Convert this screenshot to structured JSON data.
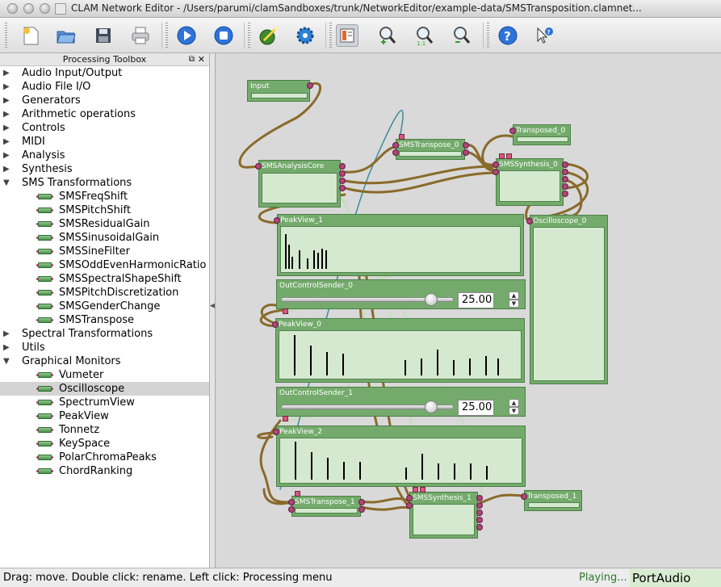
{
  "window": {
    "title": "CLAM Network Editor - /Users/parumi/clamSandboxes/trunk/NetworkEditor/example-data/SMSTransposition.clamnet..."
  },
  "toolbar": {
    "buttons": [
      {
        "name": "new-network",
        "icon": "new-file-icon"
      },
      {
        "name": "open-network",
        "icon": "folder-open-icon"
      },
      {
        "name": "save-network",
        "icon": "floppy-disk-icon"
      },
      {
        "name": "print",
        "icon": "printer-icon"
      },
      {
        "name": "play",
        "icon": "play-icon"
      },
      {
        "name": "stop",
        "icon": "stop-icon"
      },
      {
        "name": "edit-tool",
        "icon": "magic-wand-icon"
      },
      {
        "name": "configure",
        "icon": "gear-icon"
      },
      {
        "name": "toggle-view",
        "icon": "layout-icon"
      },
      {
        "name": "zoom-in",
        "icon": "zoom-in-icon"
      },
      {
        "name": "zoom-reset",
        "icon": "zoom-1to1-icon"
      },
      {
        "name": "zoom-out",
        "icon": "zoom-out-icon"
      },
      {
        "name": "help",
        "icon": "help-icon"
      },
      {
        "name": "whats-this",
        "icon": "whats-this-icon"
      }
    ]
  },
  "toolbox": {
    "title": "Processing Toolbox",
    "categories": [
      {
        "label": "Audio Input/Output",
        "expanded": false
      },
      {
        "label": "Audio File I/O",
        "expanded": false
      },
      {
        "label": "Generators",
        "expanded": false
      },
      {
        "label": "Arithmetic operations",
        "expanded": false
      },
      {
        "label": "Controls",
        "expanded": false
      },
      {
        "label": "MIDI",
        "expanded": false
      },
      {
        "label": "Analysis",
        "expanded": false
      },
      {
        "label": "Synthesis",
        "expanded": false
      },
      {
        "label": "SMS Transformations",
        "expanded": true,
        "items": [
          "SMSFreqShift",
          "SMSPitchShift",
          "SMSResidualGain",
          "SMSSinusoidalGain",
          "SMSSineFilter",
          "SMSOddEvenHarmonicRatio",
          "SMSSpectralShapeShift",
          "SMSPitchDiscretization",
          "SMSGenderChange",
          "SMSTranspose"
        ]
      },
      {
        "label": "Spectral Transformations",
        "expanded": false
      },
      {
        "label": "Utils",
        "expanded": false
      },
      {
        "label": "Graphical Monitors",
        "expanded": true,
        "items": [
          "Vumeter",
          "Oscilloscope",
          "SpectrumView",
          "PeakView",
          "Tonnetz",
          "KeySpace",
          "PolarChromaPeaks",
          "ChordRanking"
        ],
        "selected": "Oscilloscope"
      }
    ]
  },
  "network": {
    "nodes": {
      "input": "Input",
      "analysis": "SMSAnalysisCore",
      "transpose0": "SMSTranspose_0",
      "transposed0": "Transposed_0",
      "synthesis0": "SMSSynthesis_0",
      "peakview1": "PeakView_1",
      "oscilloscope0": "Oscilloscope_0",
      "sender0": "OutControlSender_0",
      "peakview0": "PeakView_0",
      "sender1": "OutControlSender_1",
      "peakview2": "PeakView_2",
      "transpose1": "SMSTranspose_1",
      "synthesis1": "SMSSynthesis_1",
      "transposed1": "Transposed_1"
    },
    "sender0_value": "25.00",
    "sender0_level": 0.9,
    "sender1_value": "25.00",
    "sender1_level": 0.9,
    "peakview1_peaks": [
      0.85,
      0.6,
      0.3,
      0.45,
      0.25,
      0.45,
      0.4,
      0.5,
      0.45
    ],
    "peakview0_peaks": [
      0.95,
      0.7,
      0.55,
      0.5,
      0.35,
      0.4,
      0.6,
      0.35,
      0.4,
      0.45,
      0.4
    ],
    "peakview2_peaks": [
      0.95,
      0.7,
      0.55,
      0.45,
      0.45,
      0.3,
      0.65,
      0.4,
      0.4,
      0.4,
      0.35
    ]
  },
  "status": {
    "message": "Drag: move. Double click: rename. Left click: Processing menu",
    "playing": "Playing...",
    "backend": "PortAudio"
  }
}
